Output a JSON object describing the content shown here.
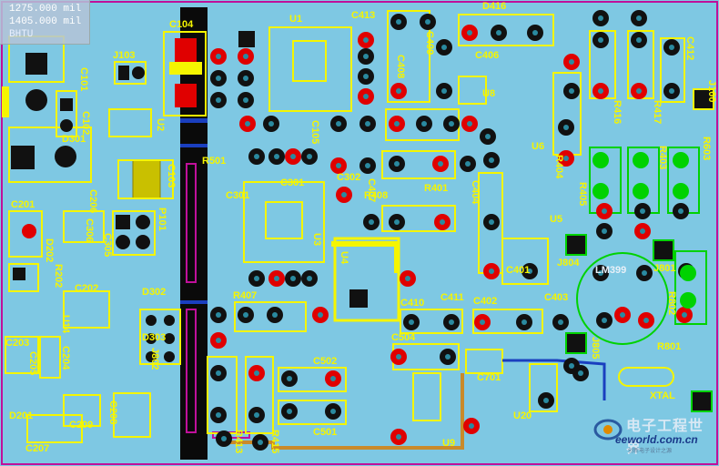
{
  "readout": {
    "x": "1275.000 mil",
    "y": "1405.000 mil",
    "layer": "BHTU"
  },
  "watermark": {
    "cn": "电子工程世界",
    "url": "eeworld.com.cn",
    "sub": "创新电子设计之源"
  },
  "labels": [
    {
      "id": "C104",
      "t": "C104"
    },
    {
      "id": "U1",
      "t": "U1"
    },
    {
      "id": "C413",
      "t": "C413"
    },
    {
      "id": "D416",
      "t": "D416"
    },
    {
      "id": "J103",
      "t": "J103"
    },
    {
      "id": "C101",
      "t": "C101"
    },
    {
      "id": "C102",
      "t": "C102"
    },
    {
      "id": "C103",
      "t": "C103"
    },
    {
      "id": "U2",
      "t": "U2"
    },
    {
      "id": "D201",
      "t": "D201"
    },
    {
      "id": "C201",
      "t": "C201"
    },
    {
      "id": "R501",
      "t": "R501"
    },
    {
      "id": "C105",
      "t": "C105"
    },
    {
      "id": "C301",
      "t": "C301"
    },
    {
      "id": "C302",
      "t": "C302"
    },
    {
      "id": "C408",
      "t": "C408"
    },
    {
      "id": "C409",
      "t": "C409"
    },
    {
      "id": "C406",
      "t": "C406"
    },
    {
      "id": "U8",
      "t": "U8"
    },
    {
      "id": "U6",
      "t": "U6"
    },
    {
      "id": "C412",
      "t": "C412"
    },
    {
      "id": "R401",
      "t": "R401"
    },
    {
      "id": "R408",
      "t": "R408"
    },
    {
      "id": "R404",
      "t": "R404"
    },
    {
      "id": "R405",
      "t": "R405"
    },
    {
      "id": "R403",
      "t": "R403"
    },
    {
      "id": "R603",
      "t": "R603"
    },
    {
      "id": "R417",
      "t": "R417"
    },
    {
      "id": "R416",
      "t": "R416"
    },
    {
      "id": "P101",
      "t": "P101"
    },
    {
      "id": "C306",
      "t": "C306"
    },
    {
      "id": "C305",
      "t": "C305"
    },
    {
      "id": "D302",
      "t": "D302"
    },
    {
      "id": "D303",
      "t": "D303"
    },
    {
      "id": "U3",
      "t": "U3"
    },
    {
      "id": "U4",
      "t": "U4"
    },
    {
      "id": "C401",
      "t": "C401"
    },
    {
      "id": "C402",
      "t": "C402"
    },
    {
      "id": "C403",
      "t": "C403"
    },
    {
      "id": "C410",
      "t": "C410"
    },
    {
      "id": "C411",
      "t": "C411"
    },
    {
      "id": "C404",
      "t": "C404"
    },
    {
      "id": "J804",
      "t": "J804"
    },
    {
      "id": "LM399",
      "t": "LM399"
    },
    {
      "id": "J801",
      "t": "J801"
    },
    {
      "id": "R802",
      "t": "R802"
    },
    {
      "id": "R801",
      "t": "R801"
    },
    {
      "id": "J805",
      "t": "J805"
    },
    {
      "id": "XTAL",
      "t": "XTAL"
    },
    {
      "id": "C504",
      "t": "C504"
    },
    {
      "id": "C502",
      "t": "C502"
    },
    {
      "id": "C501",
      "t": "C501"
    },
    {
      "id": "C701",
      "t": "C701"
    },
    {
      "id": "U20",
      "t": "U20"
    },
    {
      "id": "U9",
      "t": "U9"
    },
    {
      "id": "R407",
      "t": "R407"
    },
    {
      "id": "R413",
      "t": "R413"
    },
    {
      "id": "R415",
      "t": "R415"
    },
    {
      "id": "C202",
      "t": "C202"
    },
    {
      "id": "C203",
      "t": "C203"
    },
    {
      "id": "C204",
      "t": "C204"
    },
    {
      "id": "U14",
      "t": "U14"
    },
    {
      "id": "C207",
      "t": "C207"
    },
    {
      "id": "C208",
      "t": "C208"
    },
    {
      "id": "C209",
      "t": "C209"
    },
    {
      "id": "J802",
      "t": "J802"
    },
    {
      "id": "C205",
      "t": "C205"
    },
    {
      "id": "R202",
      "t": "R202"
    },
    {
      "id": "D202",
      "t": "D202"
    },
    {
      "id": "C206",
      "t": "C206"
    },
    {
      "id": "U5",
      "t": "U5"
    },
    {
      "id": "J100",
      "t": "J100"
    },
    {
      "id": "D301",
      "t": "D301"
    },
    {
      "id": "C407",
      "t": "C407"
    },
    {
      "id": "C301b",
      "t": "C301"
    }
  ]
}
